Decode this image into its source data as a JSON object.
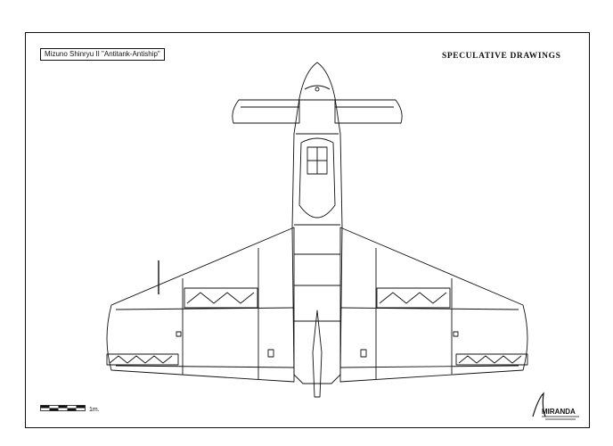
{
  "drawing": {
    "title": "Mizuno Shinryu II \"Antitank-Antiship\"",
    "heading": "SPECULATIVE DRAWINGS",
    "scale_label": "1m.",
    "signature": "MIRANDA"
  },
  "colors": {
    "ink": "#111111",
    "paper": "#ffffff"
  },
  "icons": {
    "signature_mark": "signature-logo"
  }
}
